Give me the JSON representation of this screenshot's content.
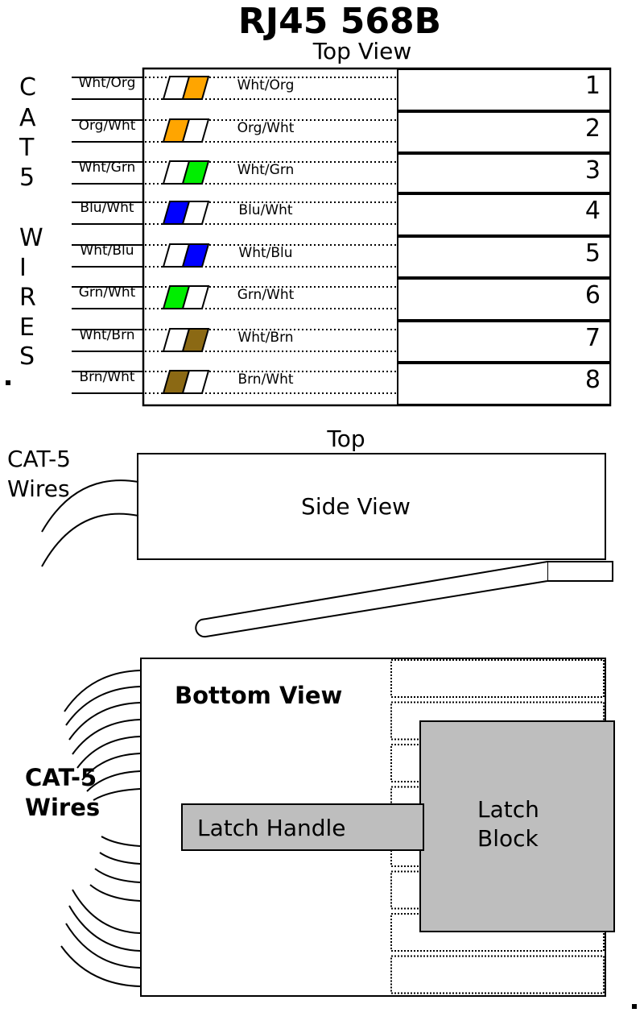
{
  "title": "RJ45  568B",
  "top_view": {
    "heading": "Top View",
    "side_letters": [
      "C",
      "A",
      "T",
      "5",
      "W",
      "I",
      "R",
      "E",
      "S"
    ],
    "wires": [
      {
        "pin": "1",
        "label": "Wht/Org",
        "left": "white",
        "right": "orange"
      },
      {
        "pin": "2",
        "label": "Org/Wht",
        "left": "orange",
        "right": "white"
      },
      {
        "pin": "3",
        "label": "Wht/Grn",
        "left": "white",
        "right": "green"
      },
      {
        "pin": "4",
        "label": "Blu/Wht",
        "left": "blue",
        "right": "white"
      },
      {
        "pin": "5",
        "label": "Wht/Blu",
        "left": "white",
        "right": "blue"
      },
      {
        "pin": "6",
        "label": "Grn/Wht",
        "left": "green",
        "right": "white"
      },
      {
        "pin": "7",
        "label": "Wht/Brn",
        "left": "white",
        "right": "brown"
      },
      {
        "pin": "8",
        "label": "Brn/Wht",
        "left": "brown",
        "right": "white"
      }
    ]
  },
  "side_view": {
    "top_label": "Top",
    "wires_line1": "CAT-5",
    "wires_line2": "Wires",
    "label": "Side View"
  },
  "bottom_view": {
    "label": "Bottom View",
    "wires_line1": "CAT-5",
    "wires_line2": "Wires",
    "latch_handle": "Latch Handle",
    "latch_block_line1": "Latch",
    "latch_block_line2": "Block"
  },
  "colors": {
    "white": "#ffffff",
    "orange": "#ffa500",
    "green": "#00ee00",
    "blue": "#0000ff",
    "brown": "#8b6914",
    "latch_fill": "#bebebe"
  }
}
